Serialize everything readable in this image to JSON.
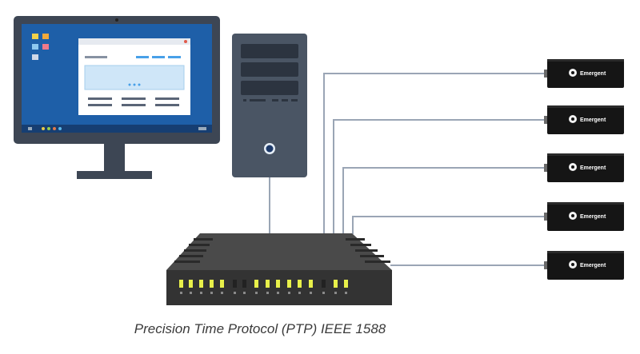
{
  "caption": "Precision Time Protocol (PTP) IEEE 1588",
  "camera_brand": "Emergent",
  "camera_count": 5,
  "colors": {
    "monitor_bezel": "#3d4654",
    "screen": "#1e5fa8",
    "tower": "#4a5564",
    "switch_body": "#3f3f3f",
    "cable": "#9aa5b5",
    "port_led": "#e8f04a",
    "camera_body": "#151515"
  },
  "icons": {
    "monitor": "monitor-icon",
    "tower": "computer-tower-icon",
    "switch": "network-switch-icon",
    "camera": "camera-icon"
  }
}
